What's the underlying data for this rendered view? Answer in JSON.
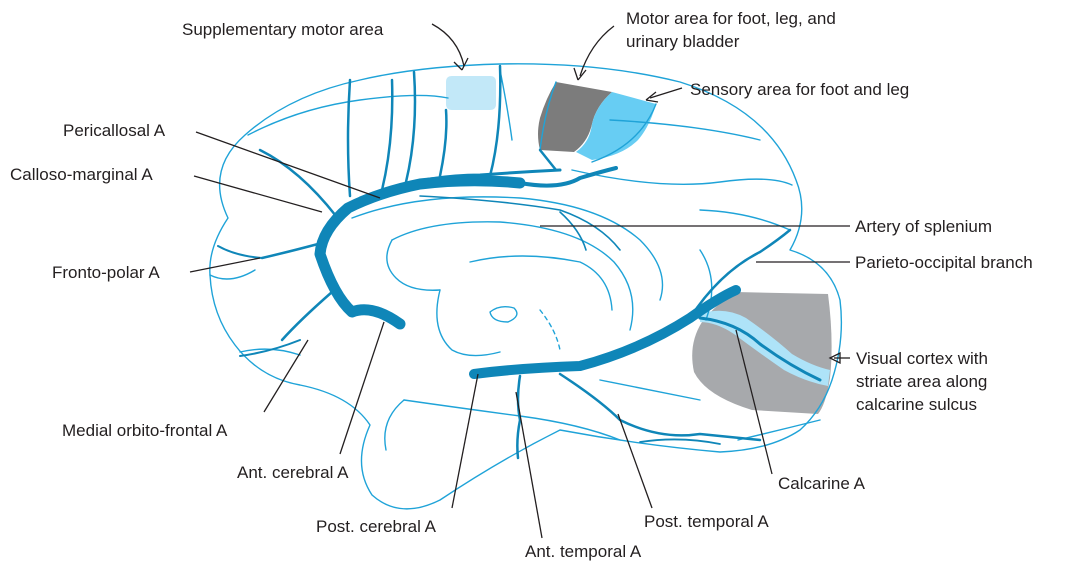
{
  "diagram": {
    "labels": {
      "supplementary_motor": "Supplementary motor area",
      "motor_foot_line1": "Motor area for foot, leg, and",
      "motor_foot_line2": "urinary bladder",
      "sensory_foot": "Sensory area for foot and leg",
      "pericallosal": "Pericallosal A",
      "calloso_marginal": "Calloso-marginal A",
      "artery_splenium": "Artery of splenium",
      "parieto_occipital": "Parieto-occipital branch",
      "fronto_polar": "Fronto-polar A",
      "visual_line1": "Visual cortex with",
      "visual_line2": "striate area along",
      "visual_line3": "calcarine sulcus",
      "medial_orbito": "Medial orbito-frontal A",
      "ant_cerebral": "Ant. cerebral A",
      "calcarine": "Calcarine A",
      "post_cerebral": "Post. cerebral A",
      "post_temporal": "Post. temporal A",
      "ant_temporal": "Ant. temporal A"
    },
    "colors": {
      "outline": "#1fa3d8",
      "artery": "#0f86b8",
      "motor_area": "#7c7c7c",
      "sensory_area": "#67cdf3",
      "supplementary_area": "#c2e8f8",
      "visual_cortex": "#a7a9ac",
      "striate_area": "#aee3f8",
      "label_text": "#231f20"
    }
  }
}
